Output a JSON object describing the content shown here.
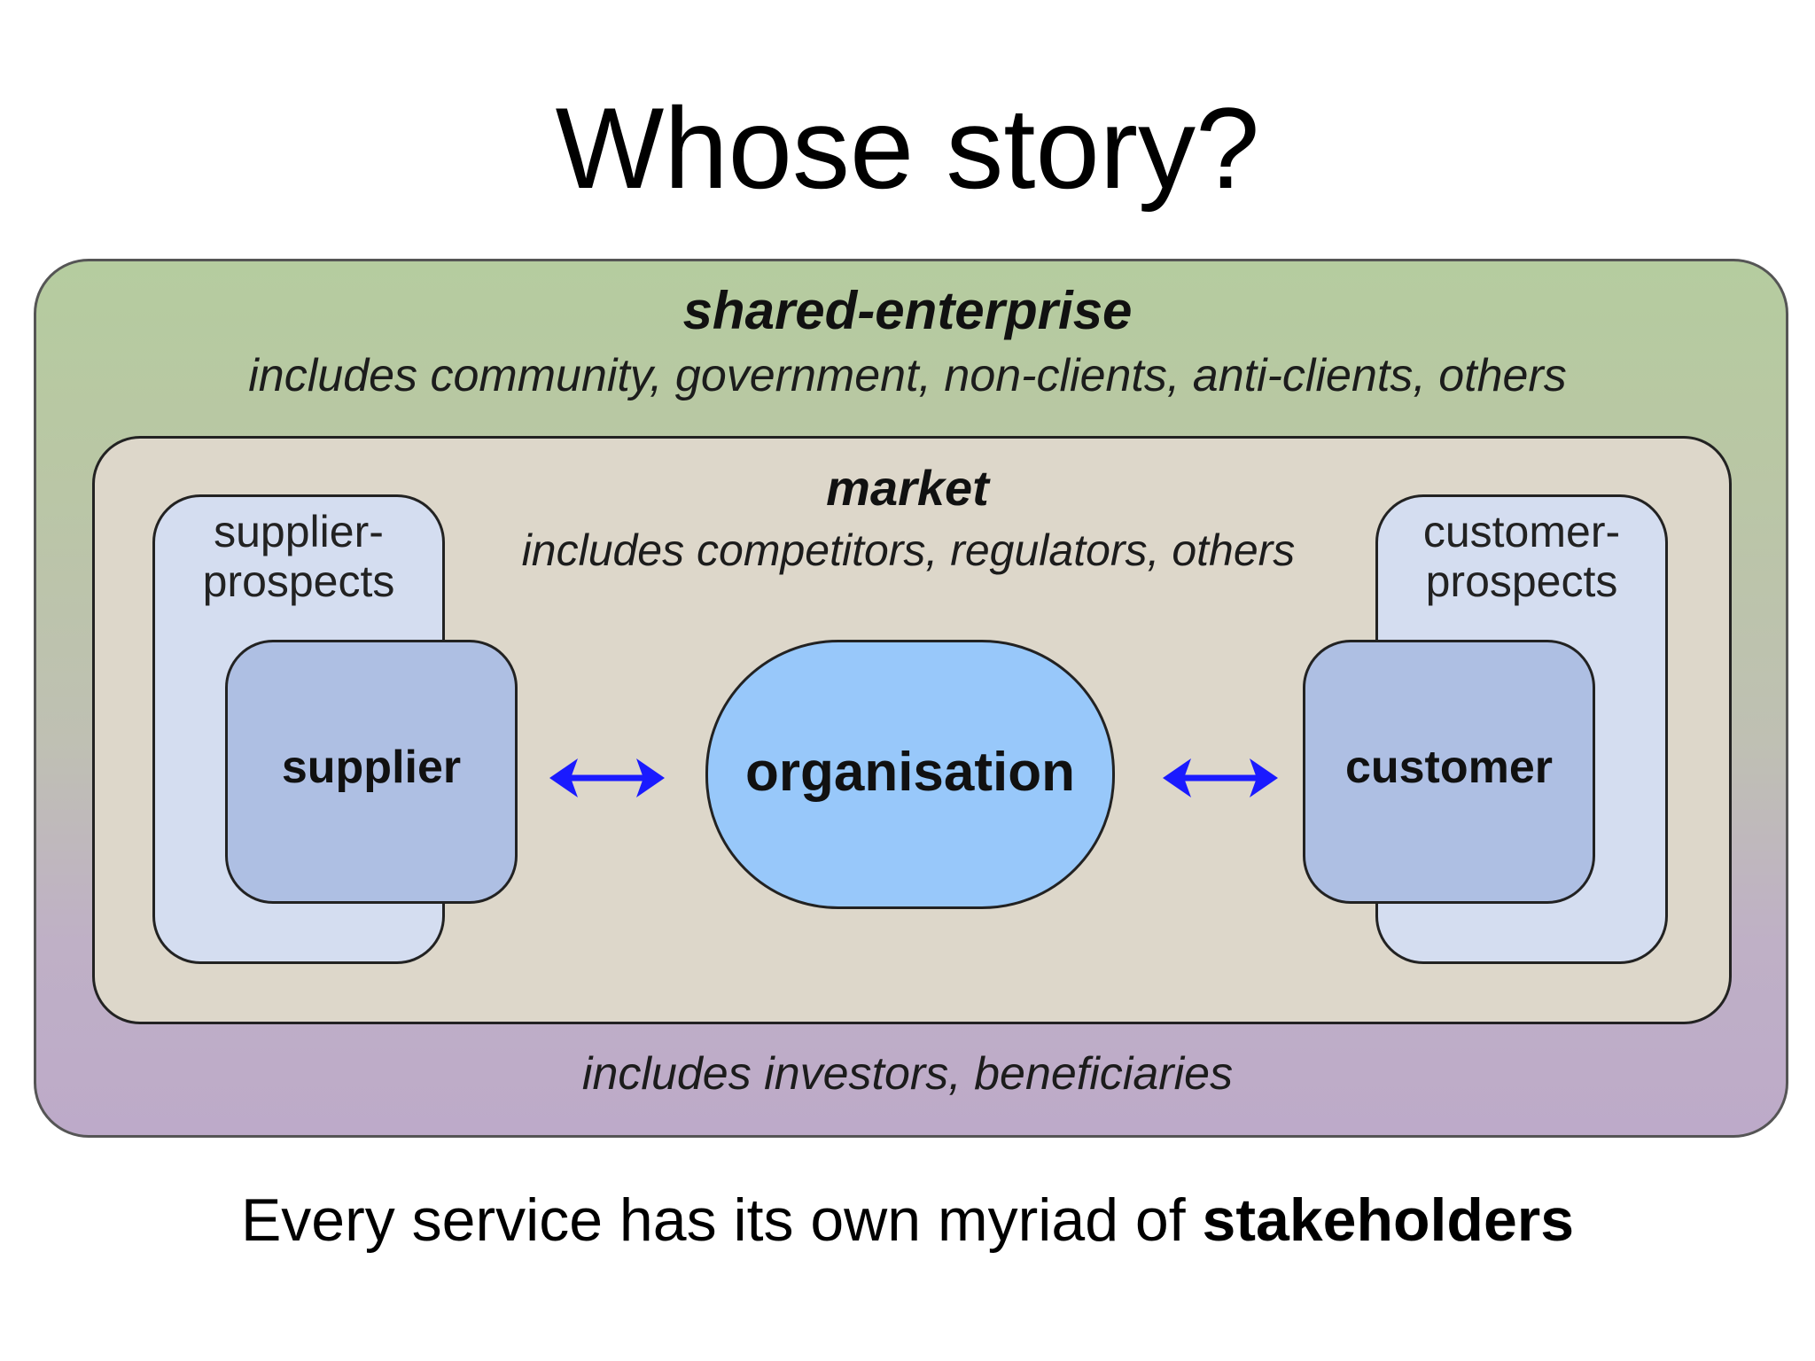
{
  "title": "Whose story?",
  "shared_enterprise": {
    "title": "shared-enterprise",
    "includes_top": "includes community, government, non-clients, anti-clients, others",
    "includes_bottom": "includes investors, beneficiaries"
  },
  "market": {
    "title": "market",
    "includes": "includes competitors, regulators, others"
  },
  "supplier_prospects": {
    "line1": "supplier-",
    "line2": "prospects"
  },
  "customer_prospects": {
    "line1": "customer-",
    "line2": "prospects"
  },
  "supplier": "supplier",
  "organisation": "organisation",
  "customer": "customer",
  "arrow_color": "#1a1aff",
  "caption": {
    "text": "Every service has its own myriad of ",
    "emphasis": "stakeholders"
  }
}
